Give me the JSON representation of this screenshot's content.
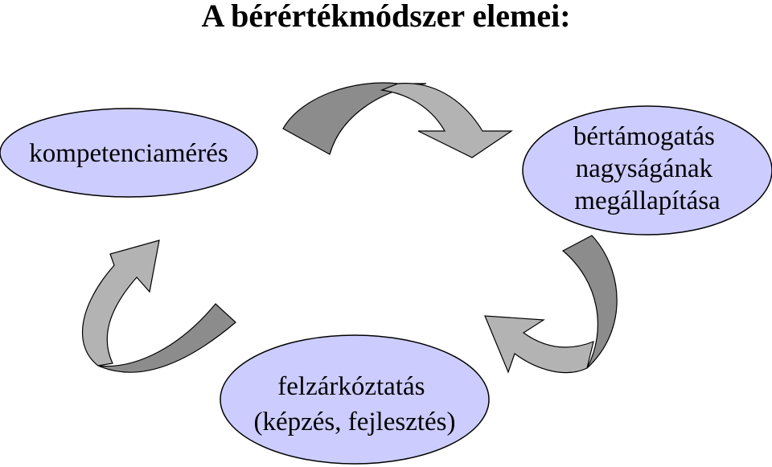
{
  "title": "A bérértékmódszer elemei:",
  "nodes": {
    "competency": {
      "lines": [
        "kompetenciamérés"
      ]
    },
    "wage_support": {
      "lines": [
        "bértámogatás",
        "nagyságának",
        "megállapítása"
      ]
    },
    "catch_up": {
      "lines": [
        "felzárkóztatás",
        "(képzés, fejlesztés)"
      ]
    }
  },
  "colors": {
    "node_fill": "#ccccff",
    "node_stroke": "#000000",
    "arrow_dark": "#8c8c8c",
    "arrow_light": "#b3b3b3"
  }
}
